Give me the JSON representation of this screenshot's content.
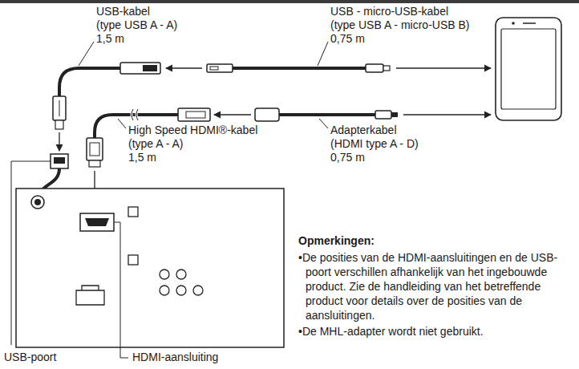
{
  "diagram": {
    "labels": [
      "USB-kabel",
      "(type USB A - A)",
      "1,5 m",
      "USB - micro-USB-kabel",
      "(type USB A - micro-USB B)",
      "0,75 m",
      "High Speed HDMI®-kabel",
      "(type A - A)",
      "1,5 m",
      "Adapterkabel",
      "(HDMI type A - D)",
      "0,75 m",
      "Opmerkingen:",
      "•De posities van de HDMI-aansluitingen en de USB-poort verschillen afhankelijk van het ingebouwde product. Zie de handleiding van het betreffende product voor details over de posities van de aansluitingen.",
      "•De MHL-adapter wordt niet gebruikt.",
      "USB-poort",
      "HDMI-aansluiting"
    ]
  }
}
